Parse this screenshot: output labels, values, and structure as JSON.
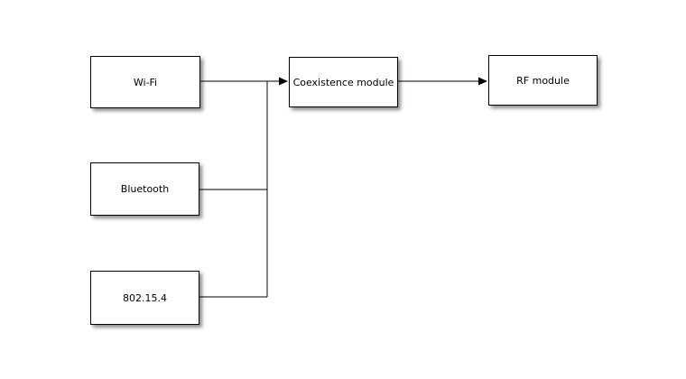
{
  "diagram": {
    "nodes": {
      "wifi": {
        "label": "Wi-Fi"
      },
      "bluetooth": {
        "label": "Bluetooth"
      },
      "zigbee": {
        "label": "802.15.4"
      },
      "coexistence": {
        "label": "Coexistence module"
      },
      "rf": {
        "label": "RF module"
      }
    },
    "edges": [
      {
        "from": "wifi",
        "to": "coexistence",
        "arrow": true
      },
      {
        "from": "bluetooth",
        "to": "coexistence",
        "arrow": false,
        "via": "merge-trunk"
      },
      {
        "from": "zigbee",
        "to": "coexistence",
        "arrow": false,
        "via": "merge-trunk"
      },
      {
        "from": "coexistence",
        "to": "rf",
        "arrow": true
      }
    ],
    "colors": {
      "background": "#ffffff",
      "node_fill": "#ffffff",
      "node_border": "#000000",
      "connector": "#000000",
      "text": "#000000"
    }
  }
}
